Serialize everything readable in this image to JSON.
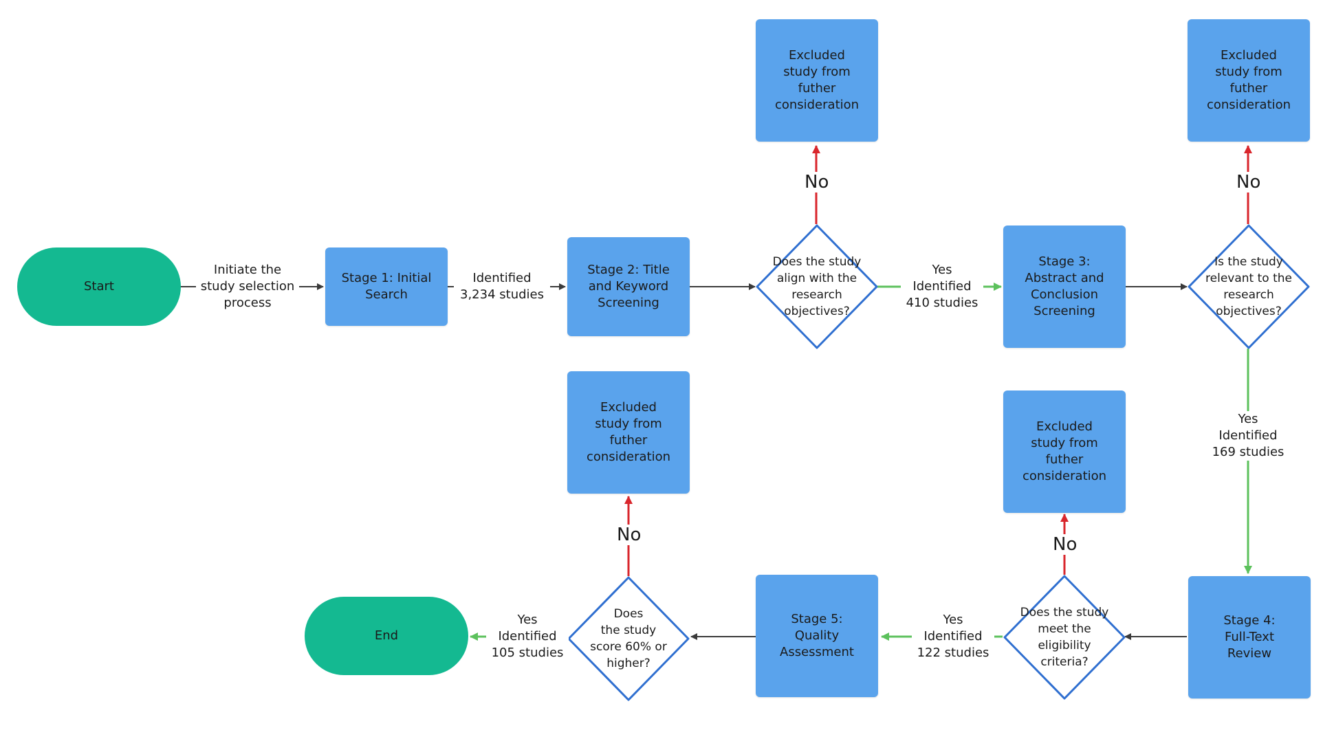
{
  "colors": {
    "process_box": "#5aa3ec",
    "terminal": "#14b991",
    "decision_border": "#2f6fd0",
    "arrow_default": "#3a3a3a",
    "arrow_yes": "#5cc15c",
    "arrow_no": "#d9262c"
  },
  "nodes": {
    "start": "Start",
    "end": "End",
    "stage1": "Stage 1: Initial\nSearch",
    "stage2": "Stage 2: Title\nand Keyword\nScreening",
    "stage3": "Stage 3:\nAbstract and\nConclusion\nScreening",
    "stage4": "Stage 4:\nFull-Text\nReview",
    "stage5": "Stage 5:\nQuality\nAssessment",
    "excluded_1": "Excluded\nstudy from\nfuther\nconsideration",
    "excluded_2": "Excluded\nstudy from\nfuther\nconsideration",
    "excluded_3": "Excluded\nstudy from\nfuther\nconsideration",
    "excluded_4": "Excluded\nstudy from\nfuther\nconsideration"
  },
  "decisions": {
    "d1": "Does the study\nalign with the\nresearch\nobjectives?",
    "d2": "Is the study\nrelevant to the\nresearch\nobjectives?",
    "d3": "Does the study\nmeet the\neligibility\ncriteria?",
    "d4": "Does\nthe study\nscore 60% or\nhigher?"
  },
  "edge_labels": {
    "initiate": "Initiate the\nstudy selection\nprocess",
    "identified_3234": "Identified\n3,234 studies",
    "yes_410": "Yes\nIdentified\n410 studies",
    "yes_169": "Yes\nIdentified\n169 studies",
    "yes_122": "Yes\nIdentified\n122 studies",
    "yes_105": "Yes\nIdentified\n105 studies",
    "no": "No"
  }
}
